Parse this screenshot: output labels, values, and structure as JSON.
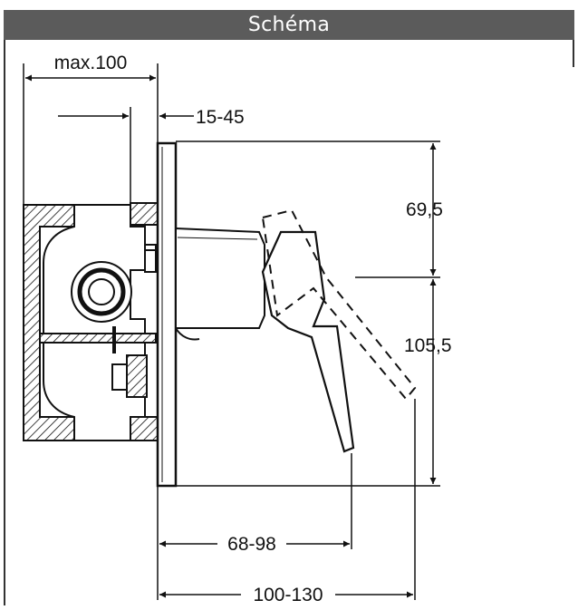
{
  "header": {
    "title": "Schéma"
  },
  "dimensions": {
    "body_depth_max": "max.100",
    "wall_offset": "15-45",
    "height_above_axis": "69,5",
    "height_below_axis": "105,5",
    "lever_projection": "68-98",
    "total_projection": "100-130"
  },
  "colors": {
    "header_bg": "#5b5b5b",
    "header_text": "#ffffff",
    "line": "#111111"
  }
}
